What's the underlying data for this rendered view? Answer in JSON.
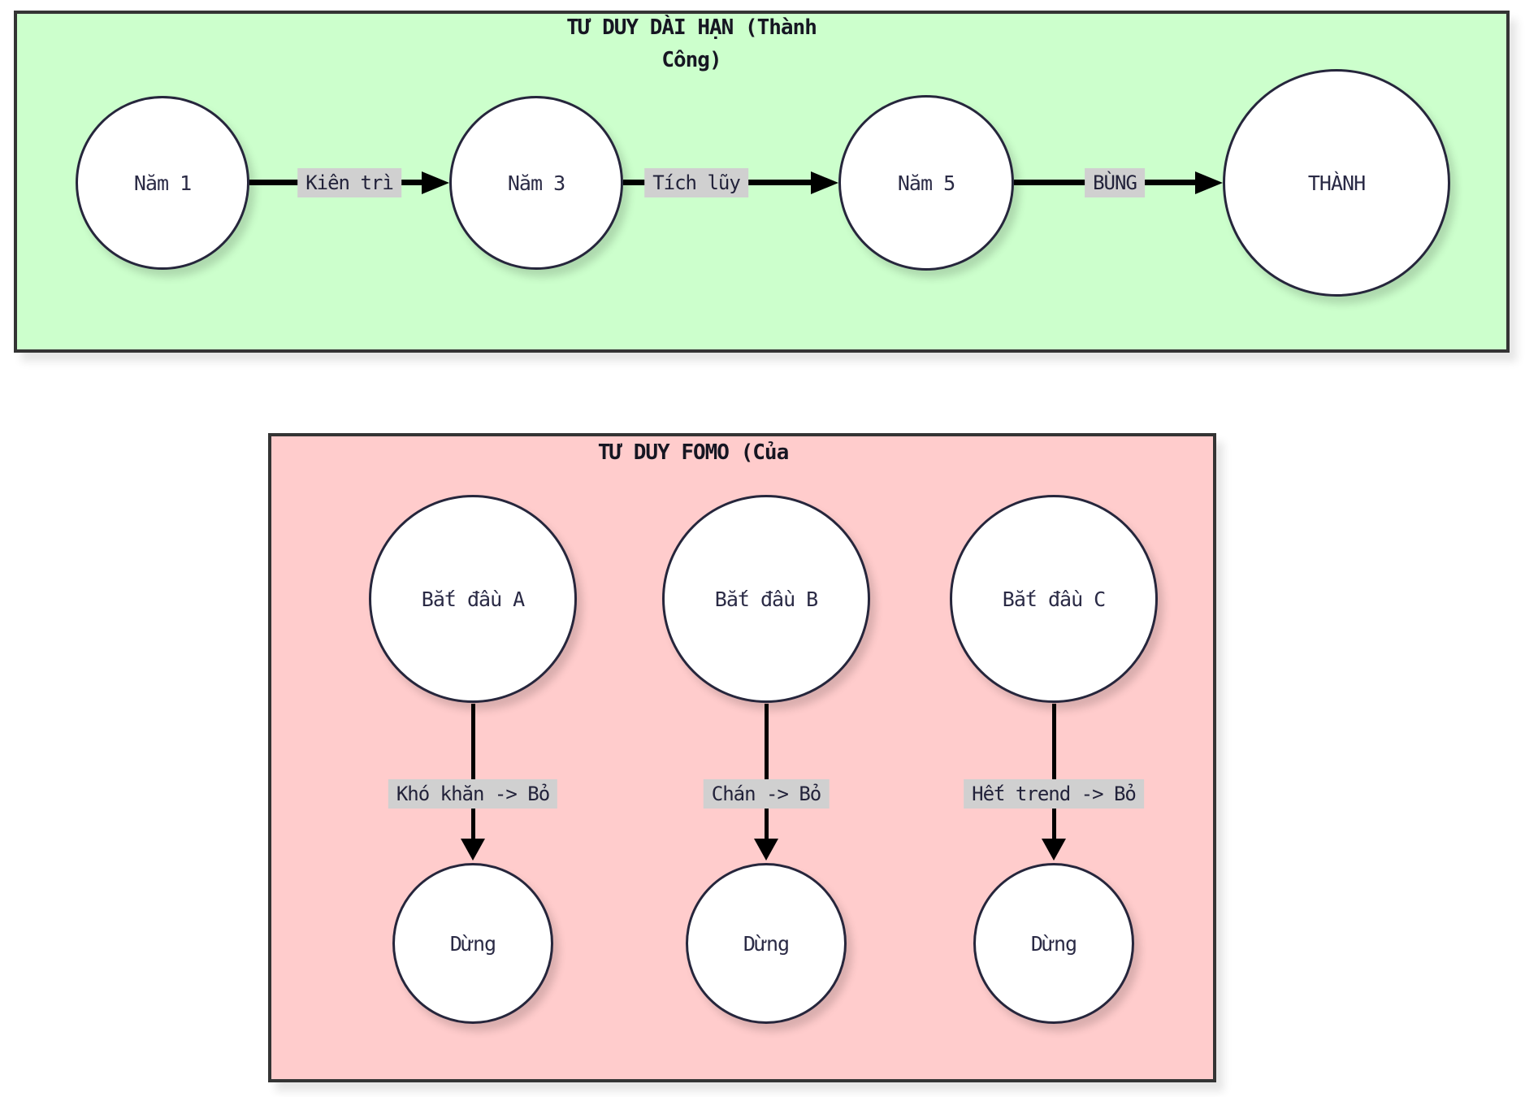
{
  "long_term": {
    "title_line1": "TƯ DUY DÀI HẠN (Thành",
    "title_line2": "Công)",
    "fill": "#ccffcc",
    "nodes": [
      {
        "label": "Năm 1"
      },
      {
        "label": "Năm 3"
      },
      {
        "label": "Năm 5"
      },
      {
        "label": "THÀNH"
      }
    ],
    "edge_labels": [
      "Kiên trì",
      "Tích lũy",
      "BÙNG"
    ]
  },
  "fomo": {
    "title": "TƯ DUY FOMO (Của",
    "fill": "#ffcccc",
    "flows": [
      {
        "start": "Bắt đầu A",
        "edge": "Khó khăn -> Bỏ",
        "end": "Dừng"
      },
      {
        "start": "Bắt đầu B",
        "edge": "Chán -> Bỏ",
        "end": "Dừng"
      },
      {
        "start": "Bắt đầu C",
        "edge": "Hết trend -> Bỏ",
        "end": "Dừng"
      }
    ]
  },
  "colors": {
    "long_term_fill": "#ccffcc",
    "fomo_fill": "#ffcccc",
    "cluster_border": "#343434",
    "node_fill": "#ffffff",
    "node_border": "#26263c",
    "text": "#2a2a45",
    "edge_label_bg": "#d0d0d0",
    "arrow": "#000000"
  }
}
